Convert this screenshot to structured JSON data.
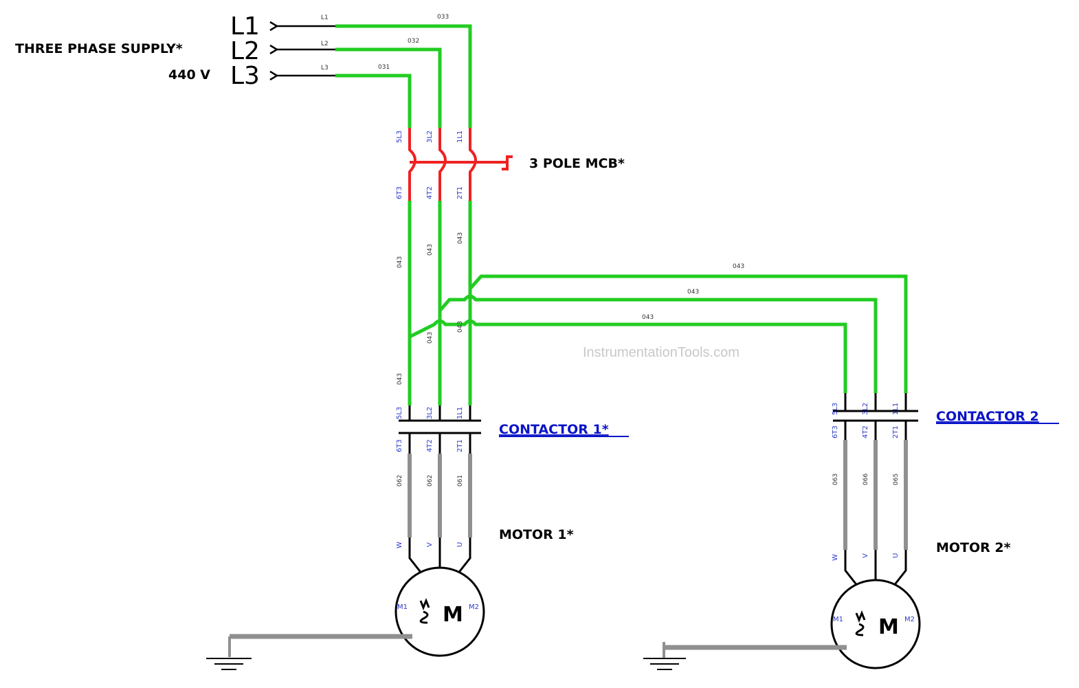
{
  "supply": {
    "line1": "THREE PHASE SUPPLY*",
    "line2": "440 V",
    "phases": [
      "L1",
      "L2",
      "L3"
    ],
    "phase_tags": [
      "L1",
      "L2",
      "L3"
    ],
    "wire_tags": [
      "033",
      "032",
      "031"
    ]
  },
  "mcb": {
    "label": "3 POLE MCB*",
    "top_terminals": [
      "5L3",
      "3L2",
      "1L1"
    ],
    "bottom_terminals": [
      "6T3",
      "4T2",
      "2T1"
    ]
  },
  "feeders": {
    "wire_tag": "043",
    "vertical_tags": [
      "043",
      "043",
      "043",
      "043",
      "043",
      "043"
    ]
  },
  "contactor1": {
    "label": "CONTACTOR 1*",
    "top_terminals": [
      "5L3",
      "3L2",
      "1L1"
    ],
    "bottom_terminals": [
      "6T3",
      "4T2",
      "2T1"
    ],
    "wire_tags": [
      "062",
      "062",
      "061"
    ]
  },
  "contactor2": {
    "label": "CONTACTOR 2",
    "top_terminals": [
      "5L3",
      "3L2",
      "1L1"
    ],
    "bottom_terminals": [
      "6T3",
      "4T2",
      "2T1"
    ],
    "wire_tags": [
      "063",
      "066",
      "065"
    ]
  },
  "motor1": {
    "label": "MOTOR 1*",
    "terminals": [
      "W",
      "V",
      "U"
    ],
    "m1": "M1",
    "m2": "M2",
    "symbol": "M"
  },
  "motor2": {
    "label": "MOTOR 2*",
    "terminals": [
      "W",
      "V",
      "U"
    ],
    "m1": "M1",
    "m2": "M2",
    "symbol": "M"
  },
  "watermark": "InstrumentationTools.com",
  "colors": {
    "live_wire": "#22cc22",
    "mcb": "#ee2222",
    "load_wire": "#909090",
    "link_text": "#0a14c8",
    "terminal_text": "#2a3acb"
  }
}
